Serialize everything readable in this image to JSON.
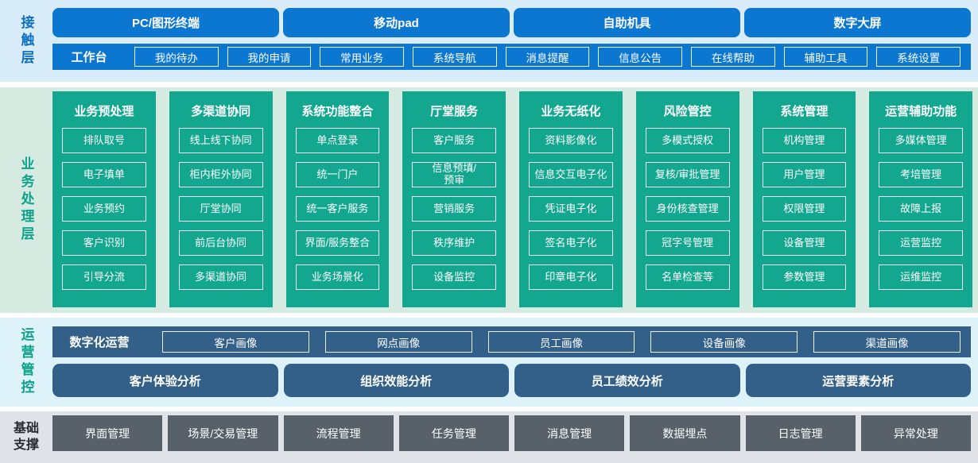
{
  "colors": {
    "blue": "#0b77d1",
    "blue_label": "#0e6fc5",
    "contact_bg": "#d9ecf9",
    "teal": "#12a78e",
    "teal_label": "#0fa189",
    "business_bg": "#d5ebe2",
    "slate": "#336088",
    "ops_bg": "#def2fa",
    "gray_box": "#58616a",
    "foundation_bg": "#dfe2e6",
    "foundation_label": "#262b31"
  },
  "layers": {
    "contact": {
      "label": "接触层",
      "channels": [
        "PC/图形终端",
        "移动pad",
        "自助机具",
        "数字大屏"
      ],
      "workbench": {
        "label": "工作台",
        "items": [
          "我的待办",
          "我的申请",
          "常用业务",
          "系统导航",
          "消息提醒",
          "信息公告",
          "在线帮助",
          "辅助工具",
          "系统设置"
        ]
      }
    },
    "business": {
      "label": "业务处理层",
      "columns": [
        {
          "title": "业务预处理",
          "items": [
            "排队取号",
            "电子填单",
            "业务预约",
            "客户识别",
            "引导分流"
          ]
        },
        {
          "title": "多渠道协同",
          "items": [
            "线上线下协同",
            "柜内柜外协同",
            "厅堂协同",
            "前后台协同",
            "多渠道协同"
          ]
        },
        {
          "title": "系统功能整合",
          "items": [
            "单点登录",
            "统一门户",
            "统一客户服务",
            "界面/服务整合",
            "业务场景化"
          ]
        },
        {
          "title": "厅堂服务",
          "items": [
            "客户服务",
            "信息预填/\n预审",
            "营销服务",
            "秩序维护",
            "设备监控"
          ]
        },
        {
          "title": "业务无纸化",
          "items": [
            "资料影像化",
            "信息交互电子化",
            "凭证电子化",
            "签名电子化",
            "印章电子化"
          ]
        },
        {
          "title": "风险管控",
          "items": [
            "多模式授权",
            "复核/审批管理",
            "身份核查管理",
            "冠字号管理",
            "名单检查等"
          ]
        },
        {
          "title": "系统管理",
          "items": [
            "机构管理",
            "用户管理",
            "权限管理",
            "设备管理",
            "参数管理"
          ]
        },
        {
          "title": "运营辅助功能",
          "items": [
            "多媒体管理",
            "考培管理",
            "故障上报",
            "运营监控",
            "运维监控"
          ]
        }
      ]
    },
    "operations": {
      "label": "运营管控",
      "digital": {
        "label": "数字化运营",
        "items": [
          "客户画像",
          "网点画像",
          "员工画像",
          "设备画像",
          "渠道画像"
        ]
      },
      "analysis": [
        "客户体验分析",
        "组织效能分析",
        "员工绩效分析",
        "运营要素分析"
      ]
    },
    "foundation": {
      "label": "基础支撑",
      "items": [
        "界面管理",
        "场景/交易管理",
        "流程管理",
        "任务管理",
        "消息管理",
        "数据埋点",
        "日志管理",
        "异常处理"
      ]
    }
  }
}
